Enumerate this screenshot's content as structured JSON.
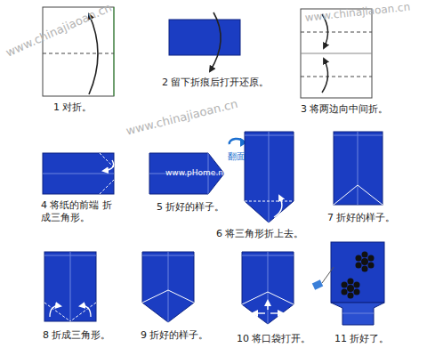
{
  "diagram": {
    "labels": [
      "1 对折。",
      "2 留下折痕后打开还原。",
      "3 将两边向中间折。",
      "4 将纸的前端 折成三角形。",
      "5 折好的样子。",
      "6 将三角形折上去。",
      "7 折好的样子。",
      "8 折成三角形。",
      "9 折好的样子。",
      "10 将口袋打开。",
      "11 折好了。",
      "翻面",
      "www.chinajiaoan.cn",
      "www.chinajiaoan.cn",
      "www.chinajiaoan.cn",
      "www.pHome.net"
    ]
  }
}
